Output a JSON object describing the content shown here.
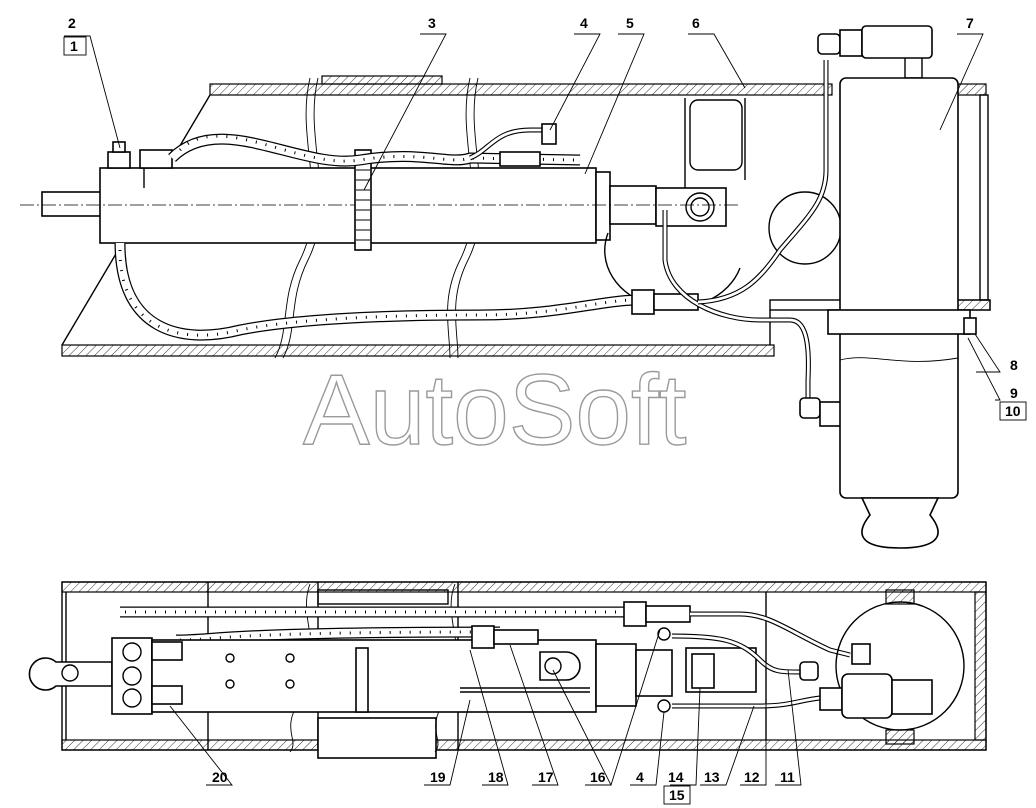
{
  "watermark": "AutoSoft",
  "callouts_top": [
    {
      "id": "c2",
      "label": "2"
    },
    {
      "id": "c1",
      "label": "1"
    },
    {
      "id": "c3",
      "label": "3"
    },
    {
      "id": "c4t",
      "label": "4"
    },
    {
      "id": "c5",
      "label": "5"
    },
    {
      "id": "c6",
      "label": "6"
    },
    {
      "id": "c7",
      "label": "7"
    },
    {
      "id": "c8",
      "label": "8"
    },
    {
      "id": "c9",
      "label": "9"
    },
    {
      "id": "c10",
      "label": "10"
    }
  ],
  "callouts_bottom": [
    {
      "id": "c20",
      "label": "20"
    },
    {
      "id": "c19",
      "label": "19"
    },
    {
      "id": "c18",
      "label": "18"
    },
    {
      "id": "c17",
      "label": "17"
    },
    {
      "id": "c16",
      "label": "16"
    },
    {
      "id": "c4b",
      "label": "4"
    },
    {
      "id": "c14",
      "label": "14"
    },
    {
      "id": "c15",
      "label": "15"
    },
    {
      "id": "c13",
      "label": "13"
    },
    {
      "id": "c12",
      "label": "12"
    },
    {
      "id": "c11",
      "label": "11"
    }
  ],
  "boxed_labels": [
    "1",
    "10",
    "15"
  ]
}
